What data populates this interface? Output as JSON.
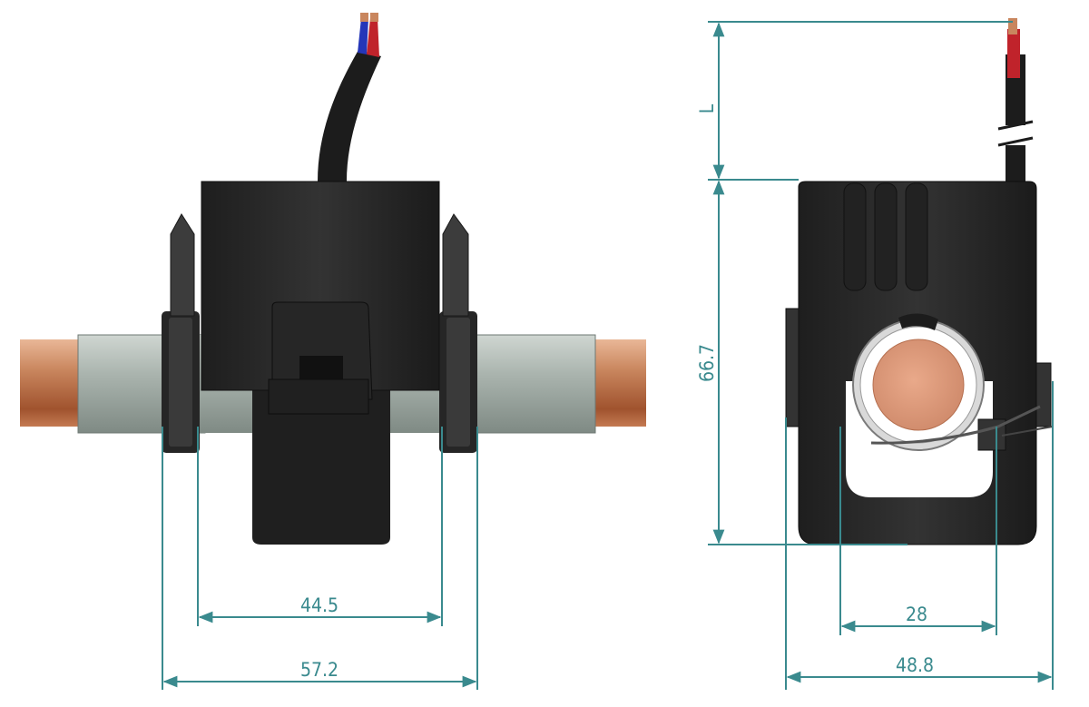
{
  "dimensions": {
    "front_inner_width": "44.5",
    "front_outer_width": "57.2",
    "side_cable_length": "L",
    "side_height": "66.7",
    "side_aperture_width": "28",
    "side_outer_width": "48.8"
  },
  "colors": {
    "dimension_line": "#3a8a8e",
    "housing": "#2b2b2b",
    "copper": "#c9865e",
    "insulation": "#a9b3ad",
    "wire_red": "#c0232b",
    "wire_blue": "#2536b8"
  }
}
